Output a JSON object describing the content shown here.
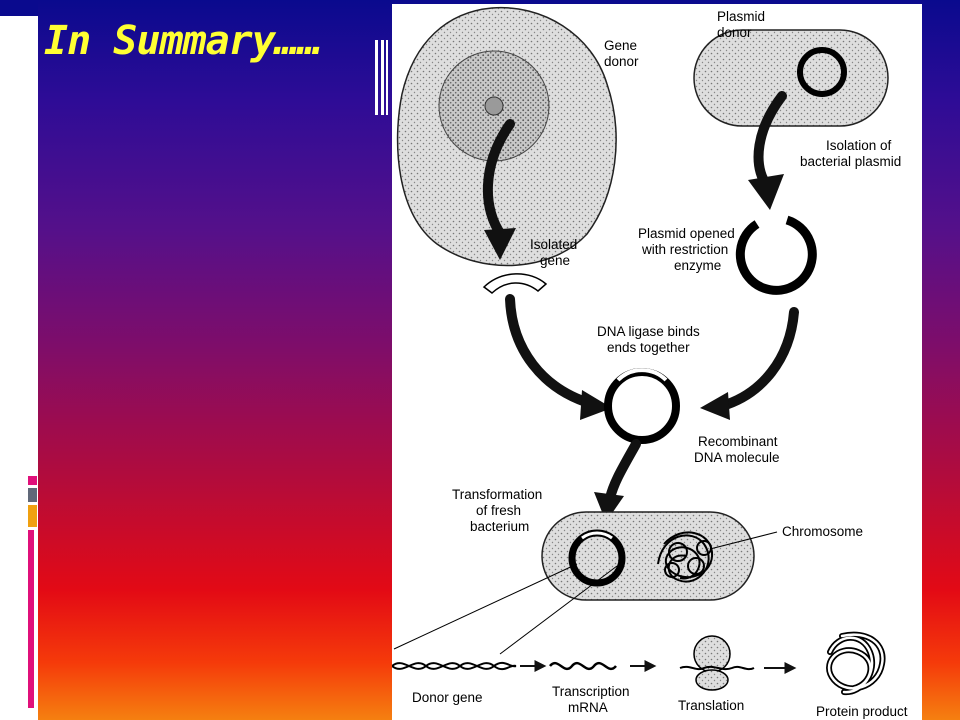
{
  "slide": {
    "title": "In Summary……"
  },
  "diagram": {
    "labels": {
      "gene_donor_1": "Gene",
      "gene_donor_2": "donor",
      "plasmid_donor_1": "Plasmid",
      "plasmid_donor_2": "donor",
      "isolation_1": "Isolation of",
      "isolation_2": "bacterial plasmid",
      "isolated_gene_1": "Isolated",
      "isolated_gene_2": "gene",
      "plasmid_opened_1": "Plasmid opened",
      "plasmid_opened_2": "with restriction",
      "plasmid_opened_3": "enzyme",
      "ligase_1": "DNA ligase binds",
      "ligase_2": "ends together",
      "recombinant_1": "Recombinant",
      "recombinant_2": "DNA molecule",
      "transformation_1": "Transformation",
      "transformation_2": "of fresh",
      "transformation_3": "bacterium",
      "chromosome": "Chromosome",
      "donor_gene": "Donor gene",
      "transcription_1": "Transcription",
      "transcription_2": "mRNA",
      "translation": "Translation",
      "protein_product": "Protein product"
    }
  },
  "colors": {
    "title": "#ffff33",
    "background_top": "#0a0a8e",
    "background_bottom": "#f58010"
  }
}
